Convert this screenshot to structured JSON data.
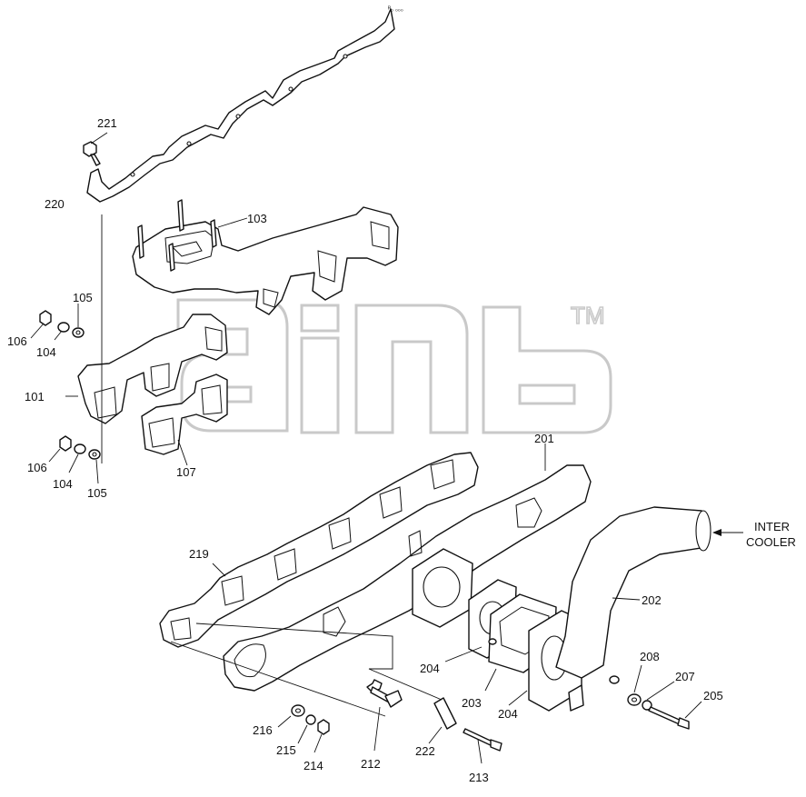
{
  "diagram": {
    "callouts": {
      "c221": "221",
      "c220": "220",
      "c103": "103",
      "c105a": "105",
      "c106a": "106",
      "c104a": "104",
      "c101": "101",
      "c106b": "106",
      "c104b": "104",
      "c105b": "105",
      "c107": "107",
      "c201": "201",
      "c219": "219",
      "c202": "202",
      "c204a": "204",
      "c203": "203",
      "c204b": "204",
      "c208": "208",
      "c207": "207",
      "c205": "205",
      "c216": "216",
      "c215": "215",
      "c214": "214",
      "c212": "212",
      "c222": "222",
      "c213": "213"
    },
    "inter_cooler": {
      "line1": "INTER",
      "line2": "COOLER"
    },
    "watermark_mark": "TM",
    "corner_note": "ᴿ₀ ₀₀₀"
  }
}
